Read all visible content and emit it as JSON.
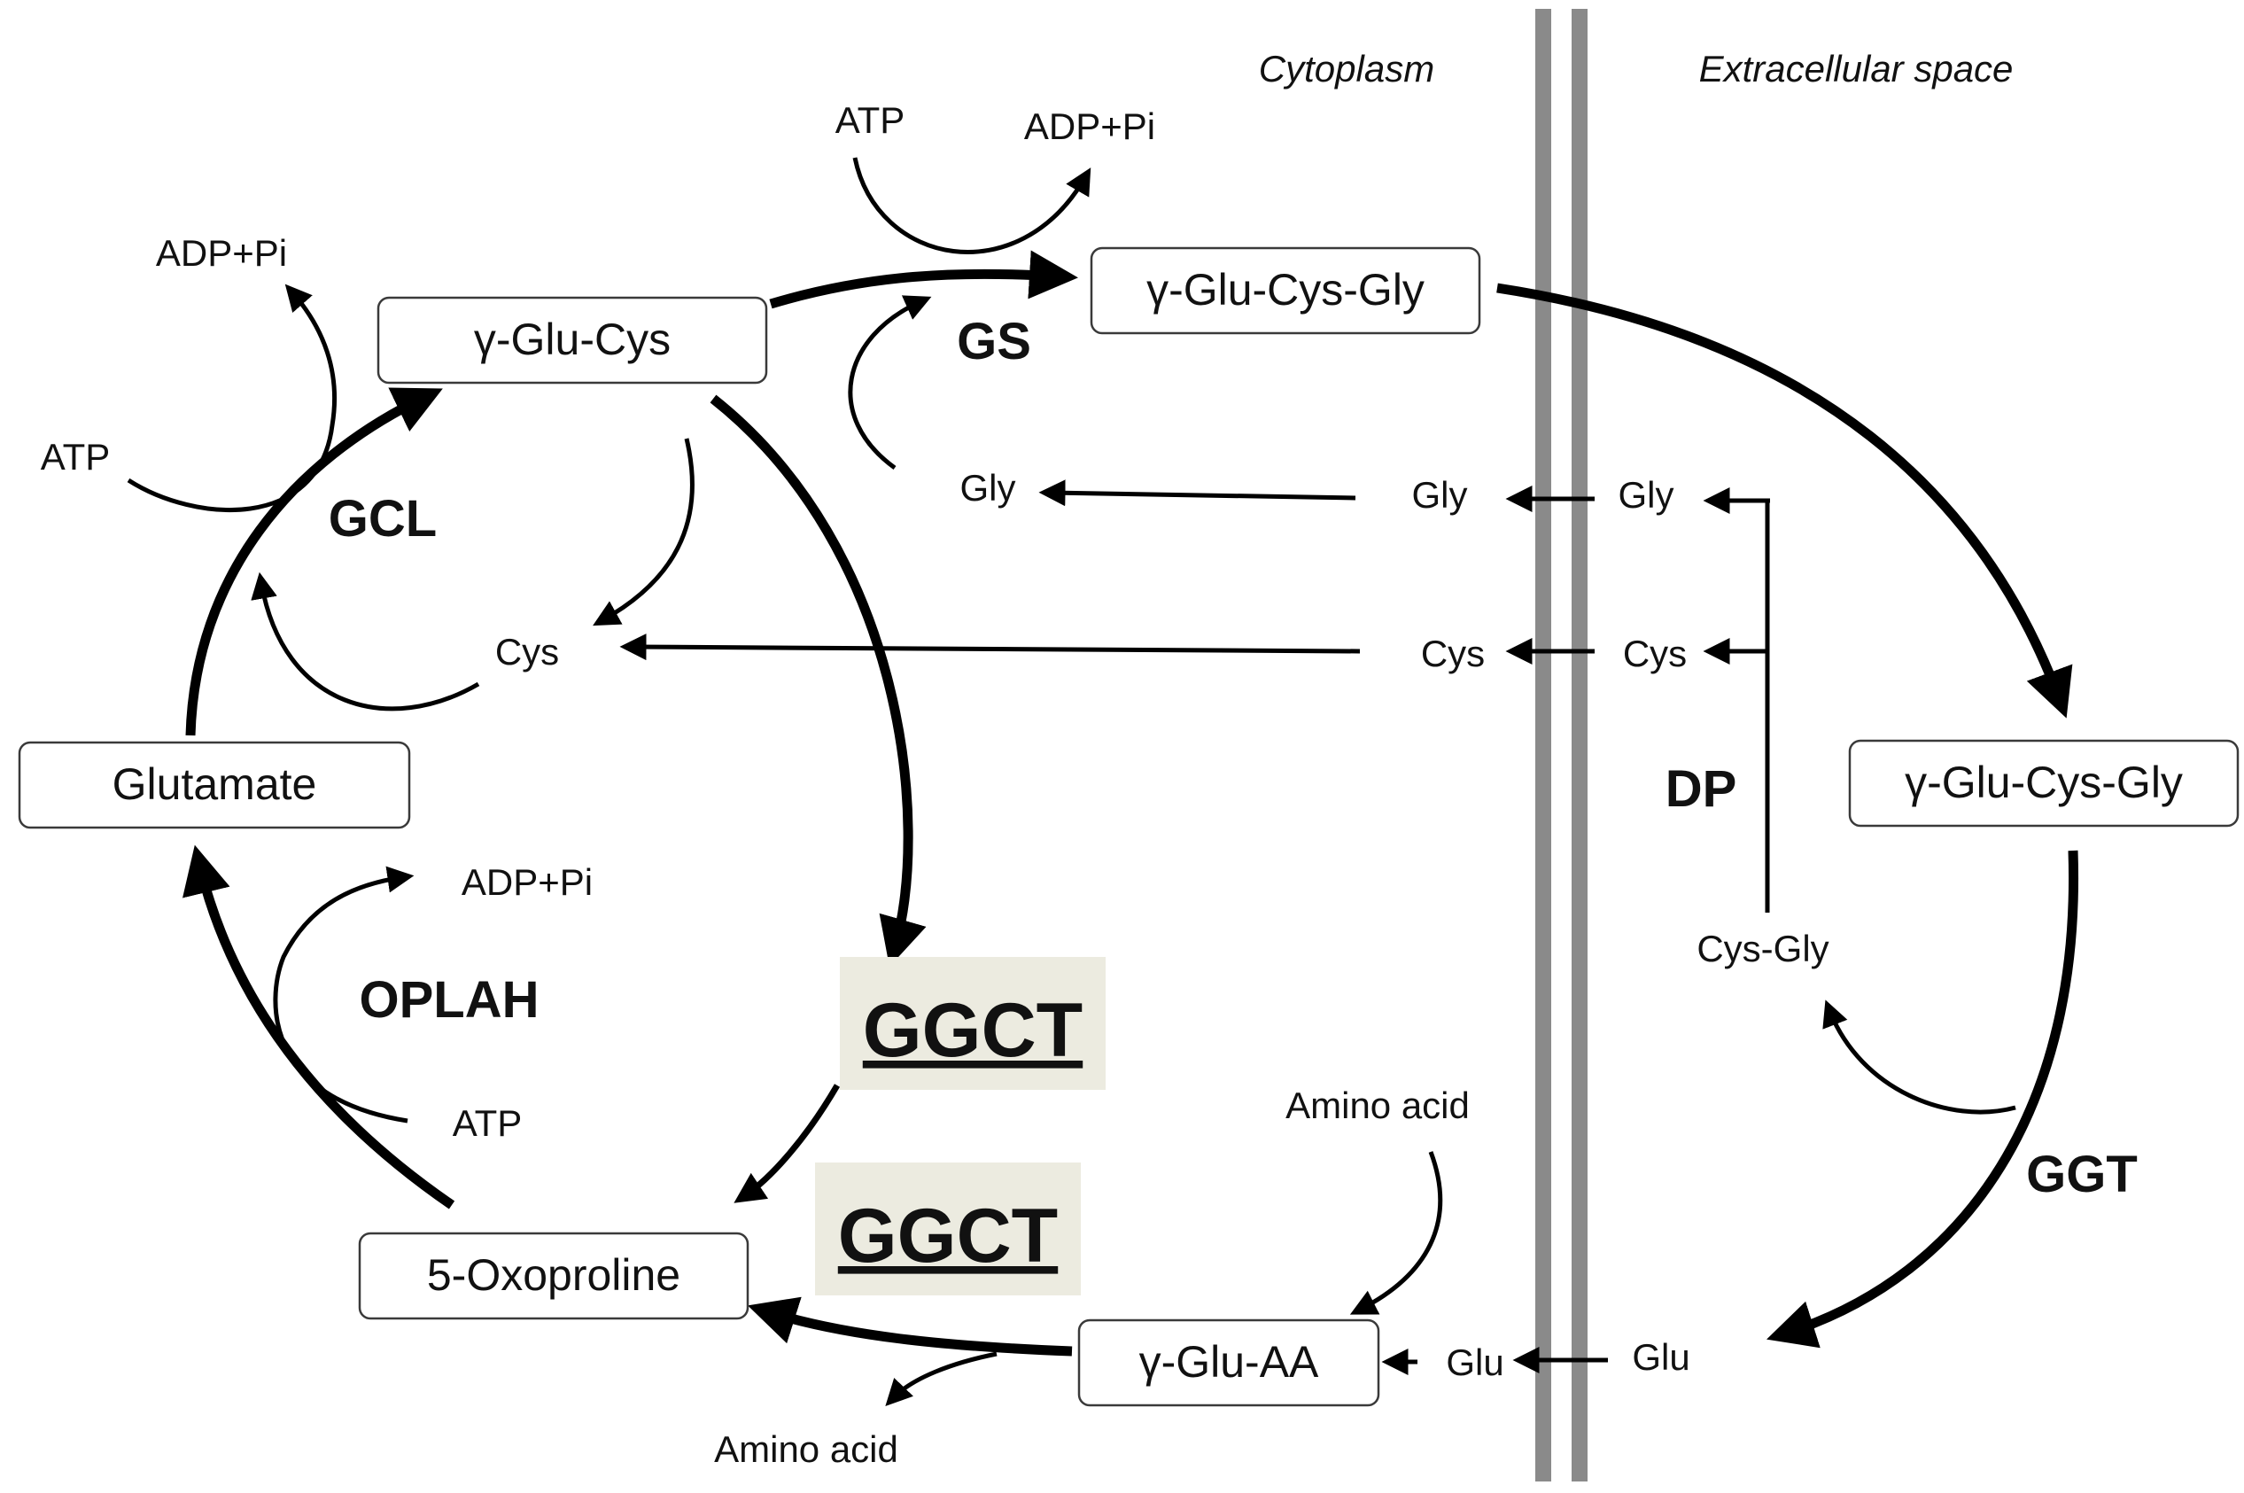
{
  "regions": {
    "cytoplasm": "Cytoplasm",
    "extracellular": "Extracellular space"
  },
  "nodes": {
    "glu_cys": "γ-Glu-Cys",
    "gsh_cyto": "γ-Glu-Cys-Gly",
    "gsh_extra": "γ-Glu-Cys-Gly",
    "glutamate": "Glutamate",
    "oxoproline": "5-Oxoproline",
    "glu_aa": "γ-Glu-AA"
  },
  "enzymes": {
    "gcl": "GCL",
    "gs": "GS",
    "oplah": "OPLAH",
    "ggct_upper": "GGCT",
    "ggct_lower": "GGCT",
    "dp": "DP",
    "ggt": "GGT"
  },
  "labels": {
    "atp_gs": "ATP",
    "adp_gs": "ADP+Pi",
    "adp_gcl": "ADP+Pi",
    "atp_gcl": "ATP",
    "adp_oplah": "ADP+Pi",
    "atp_oplah": "ATP",
    "cys_cyto": "Cys",
    "gly_cyto": "Gly",
    "gly_mem_in": "Gly",
    "gly_mem_out": "Gly",
    "cys_mem_in": "Cys",
    "cys_mem_out": "Cys",
    "cys_gly": "Cys-Gly",
    "amino_acid_top": "Amino acid",
    "amino_acid_bottom": "Amino acid",
    "glu_in": "Glu",
    "glu_out": "Glu"
  }
}
